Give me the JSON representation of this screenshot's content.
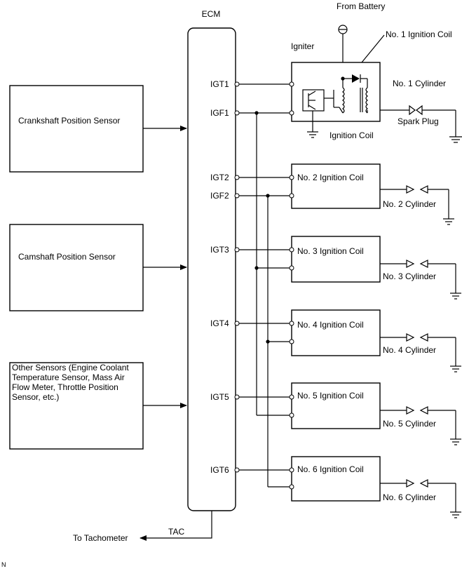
{
  "ecm": {
    "label": "ECM",
    "tac": "TAC",
    "to_tachometer": "To Tachometer"
  },
  "sensors": [
    {
      "label": "Crankshaft Position Sensor"
    },
    {
      "label": "Camshaft Position Sensor"
    },
    {
      "label": "Other Sensors  (Engine Coolant Temperature Sensor, Mass Air Flow Meter, Throttle Position Sensor, etc.)"
    }
  ],
  "igniter": {
    "battery": "From Battery",
    "igniter": "Igniter",
    "coil_title": "No. 1 Ignition Coil",
    "ignition_coil": "Ignition Coil",
    "cylinder": "No. 1 Cylinder",
    "spark_plug": "Spark Plug"
  },
  "terminals": {
    "igt1": "IGT1",
    "igf1": "IGF1",
    "igt2": "IGT2",
    "igf2": "IGF2",
    "igt3": "IGT3",
    "igt4": "IGT4",
    "igt5": "IGT5",
    "igt6": "IGT6"
  },
  "coils": [
    {
      "label": "No. 2 Ignition Coil",
      "cylinder": "No. 2 Cylinder"
    },
    {
      "label": "No. 3 Ignition Coil",
      "cylinder": "No. 3 Cylinder"
    },
    {
      "label": "No. 4 Ignition Coil",
      "cylinder": "No. 4 Cylinder"
    },
    {
      "label": "No. 5 Ignition Coil",
      "cylinder": "No. 5 Cylinder"
    },
    {
      "label": "No. 6 Ignition Coil",
      "cylinder": "No. 6 Cylinder"
    }
  ],
  "corner_mark": "N"
}
